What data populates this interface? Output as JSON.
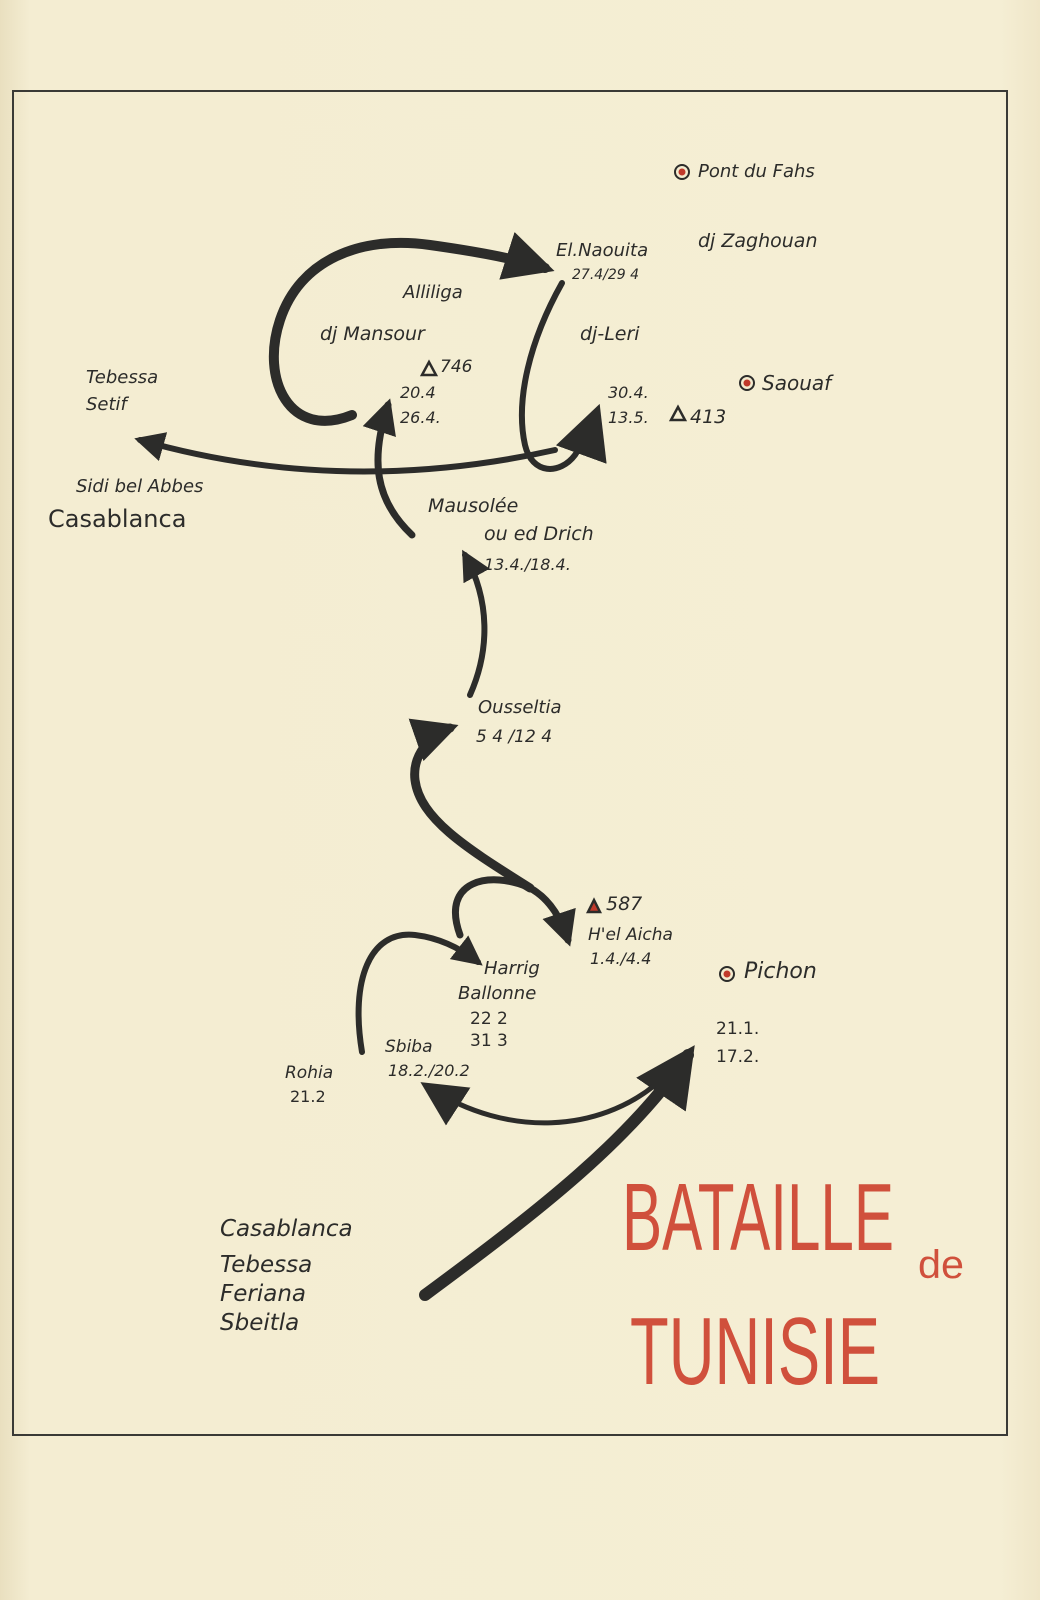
{
  "title": {
    "line1": "BATAILLE",
    "connector": "de",
    "line2": "TUNISIE",
    "color": "#d0503c"
  },
  "ink_color": "#2c2c2a",
  "town_marker_color": "#c0392b",
  "places": {
    "pont_du_fahs": "Pont du Fahs",
    "dj_zaghouan": "dj Zaghouan",
    "el_naouita": "El.Naouita",
    "el_naouita_dates": "27.4/29 4",
    "alliliga": "Alliliga",
    "dj_mansour": "dj Mansour",
    "dj_leri": "dj-Leri",
    "saouaf": "Saouaf",
    "height_746": "746",
    "dates_746_a": "20.4",
    "dates_746_b": "26.4.",
    "tebessa_top": "Tebessa",
    "setif": "Setif",
    "leri_dates_a": "30.4.",
    "leri_dates_b": "13.5.",
    "height_413": "413",
    "sidi_bel_abbes": "Sidi bel Abbes",
    "casablanca_top": "Casablanca",
    "mausolee": "Mausolée",
    "ou_ed_drich": "ou ed Drich",
    "mausolee_dates": "13.4./18.4.",
    "ousseltia": "Ousseltia",
    "ousseltia_dates": "5 4 /12 4",
    "height_587": "587",
    "hel_aicha": "H'el Aicha",
    "hel_aicha_dates": "1.4./4.4",
    "pichon": "Pichon",
    "harrig": "Harrig",
    "ballonne": "Ballonne",
    "ballonne_dates_a": "22 2",
    "ballonne_dates_b": "31 3",
    "pichon_dates_a": "21.1.",
    "pichon_dates_b": "17.2.",
    "sbiba": "Sbiba",
    "sbiba_dates": "18.2./20.2",
    "rohia": "Rohia",
    "rohia_date": "21.2",
    "casablanca_bottom": "Casablanca",
    "tebessa_bottom": "Tebessa",
    "feriana": "Feriana",
    "sbeitla": "Sbeitla"
  }
}
